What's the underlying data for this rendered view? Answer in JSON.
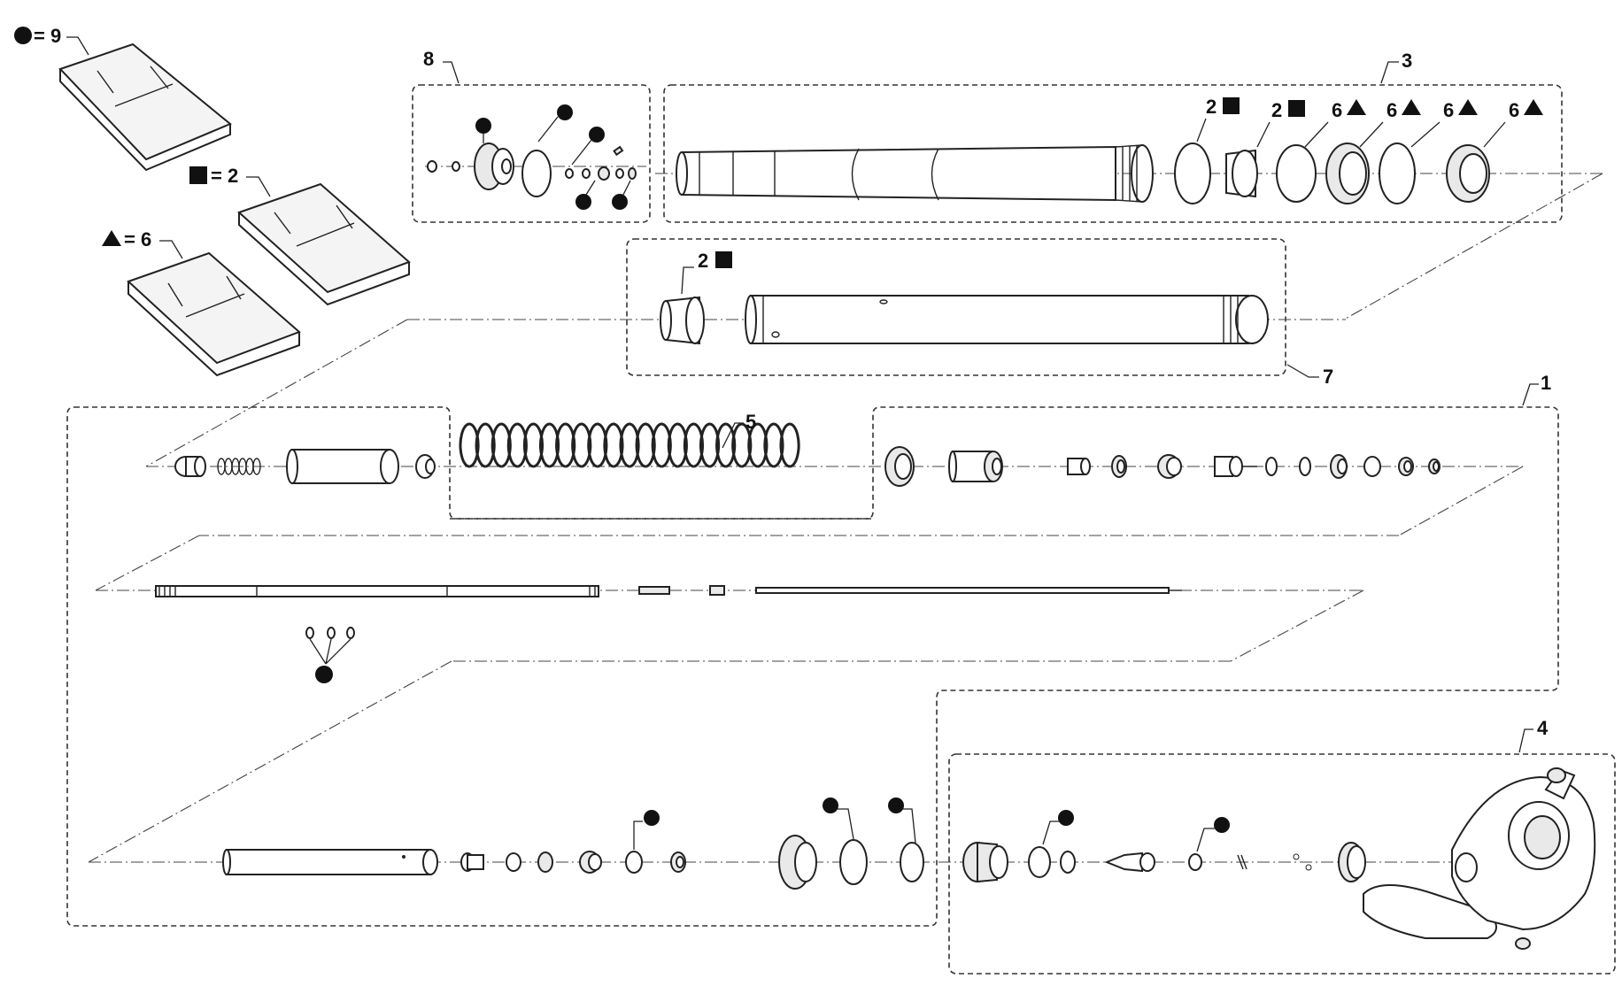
{
  "legend": [
    {
      "symbol": "circle",
      "count": "9",
      "text": "= 9"
    },
    {
      "symbol": "square",
      "count": "2",
      "text": "= 2"
    },
    {
      "symbol": "triangle",
      "count": "6",
      "text": "= 6"
    }
  ],
  "callouts": {
    "c1": "1",
    "c3": "3",
    "c4": "4",
    "c5": "5",
    "c7": "7",
    "c8": "8",
    "sq2_a": "2",
    "sq2_b": "2",
    "sq2_c": "2",
    "tri6_a": "6",
    "tri6_b": "6",
    "tri6_c": "6",
    "tri6_d": "6"
  },
  "colors": {
    "line": "#222222",
    "fill": "#ffffff",
    "bag_fill": "#f4f4f4"
  }
}
